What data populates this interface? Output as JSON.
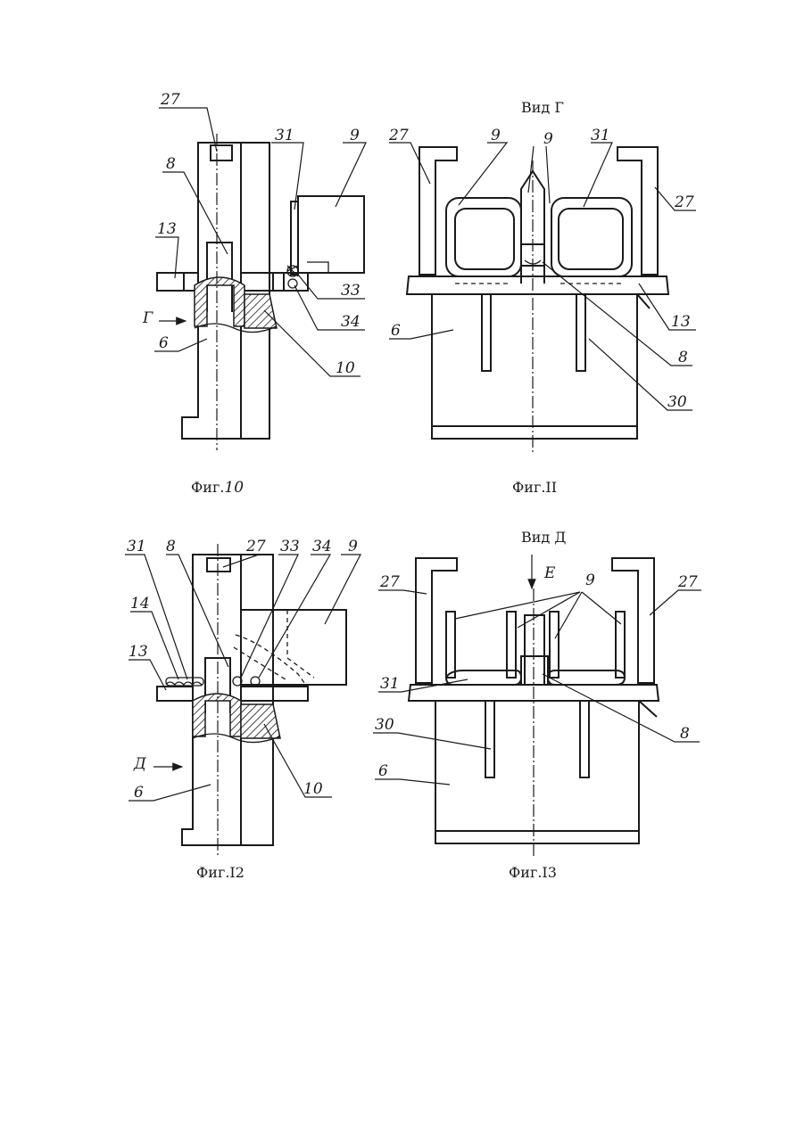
{
  "figures": [
    {
      "caption_prefix": "Фиг.",
      "caption_number": "10",
      "labels": {
        "part_27": "27",
        "part_8": "8",
        "part_31": "31",
        "part_9": "9",
        "part_13": "13",
        "part_33": "33",
        "part_34": "34",
        "part_6": "6",
        "part_10": "10",
        "view_arrow": "Г"
      }
    },
    {
      "caption": "Фиг.II",
      "view_title": "Вид Г",
      "labels": {
        "part_27_left": "27",
        "part_9_left": "9",
        "part_9_center": "9",
        "part_31": "31",
        "part_27_right": "27",
        "part_13": "13",
        "part_6": "6",
        "part_8": "8",
        "part_30": "30"
      }
    },
    {
      "caption": "Фиг.I2",
      "labels": {
        "part_31": "31",
        "part_8": "8",
        "part_27": "27",
        "part_33": "33",
        "part_34": "34",
        "part_9": "9",
        "part_14": "14",
        "part_13": "13",
        "part_6": "6",
        "part_10": "10",
        "view_arrow": "Д"
      }
    },
    {
      "caption": "Фиг.I3",
      "view_title": "Вид Д",
      "labels": {
        "view_arrow": "Е",
        "part_27_left": "27",
        "part_9": "9",
        "part_27_right": "27",
        "part_31": "31",
        "part_30": "30",
        "part_8": "8",
        "part_6": "6"
      }
    }
  ]
}
